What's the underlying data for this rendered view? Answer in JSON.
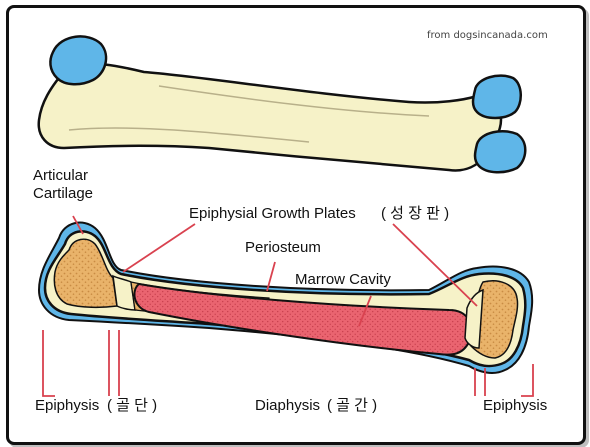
{
  "credit": "from dogsincanada.com",
  "labels": {
    "articular_line1": "Articular",
    "articular_line2": "Cartilage",
    "growth_plates": "Epiphysial Growth Plates",
    "growth_plates_korean": "( 성 장 판 )",
    "periosteum": "Periosteum",
    "marrow_cavity": "Marrow Cavity",
    "epiphysis_left": "Epiphysis",
    "epiphysis_left_korean": "( 골 단 )",
    "diaphysis": "Diaphysis",
    "diaphysis_korean": "( 골 간 )",
    "epiphysis_right": "Epiphysis"
  },
  "colors": {
    "cartilage": "#5fb6e8",
    "bone_shaft": "#f6f2c8",
    "spongy_bone": "#e9b36a",
    "marrow": "#ea6470",
    "pointer": "#d9424f",
    "outline": "#111111"
  }
}
